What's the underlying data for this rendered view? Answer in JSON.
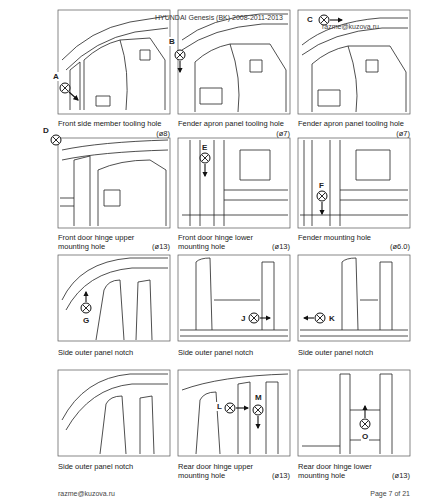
{
  "diagram": {
    "title": "HYUNDAI Genesis (BK) 2008-2011-2013",
    "labels": [
      "razme@kuzova.ru",
      "A",
      "B",
      "C",
      "Front side member tooling hole",
      "(ø8)",
      "Fender apron panel tooling hole",
      "(ø7)",
      "Fender apron panel tooling hole",
      "(ø7)",
      "D",
      "E",
      "F",
      "Front door hinge upper mounting hole",
      "(ø13)",
      "Front door hinge lower mounting hole",
      "(ø13)",
      "Fender mounting hole",
      "(ø6.0)",
      "G",
      "J",
      "K",
      "Side outer panel notch",
      "Side outer panel notch",
      "Side outer panel notch",
      "L",
      "M",
      "O",
      "Side outer panel notch",
      "Rear door hinge upper mounting hole",
      "(ø13)",
      "Rear door hinge lower mounting hole",
      "(ø13)",
      "razme@kuzova.ru",
      "Page 7 of 21"
    ]
  }
}
